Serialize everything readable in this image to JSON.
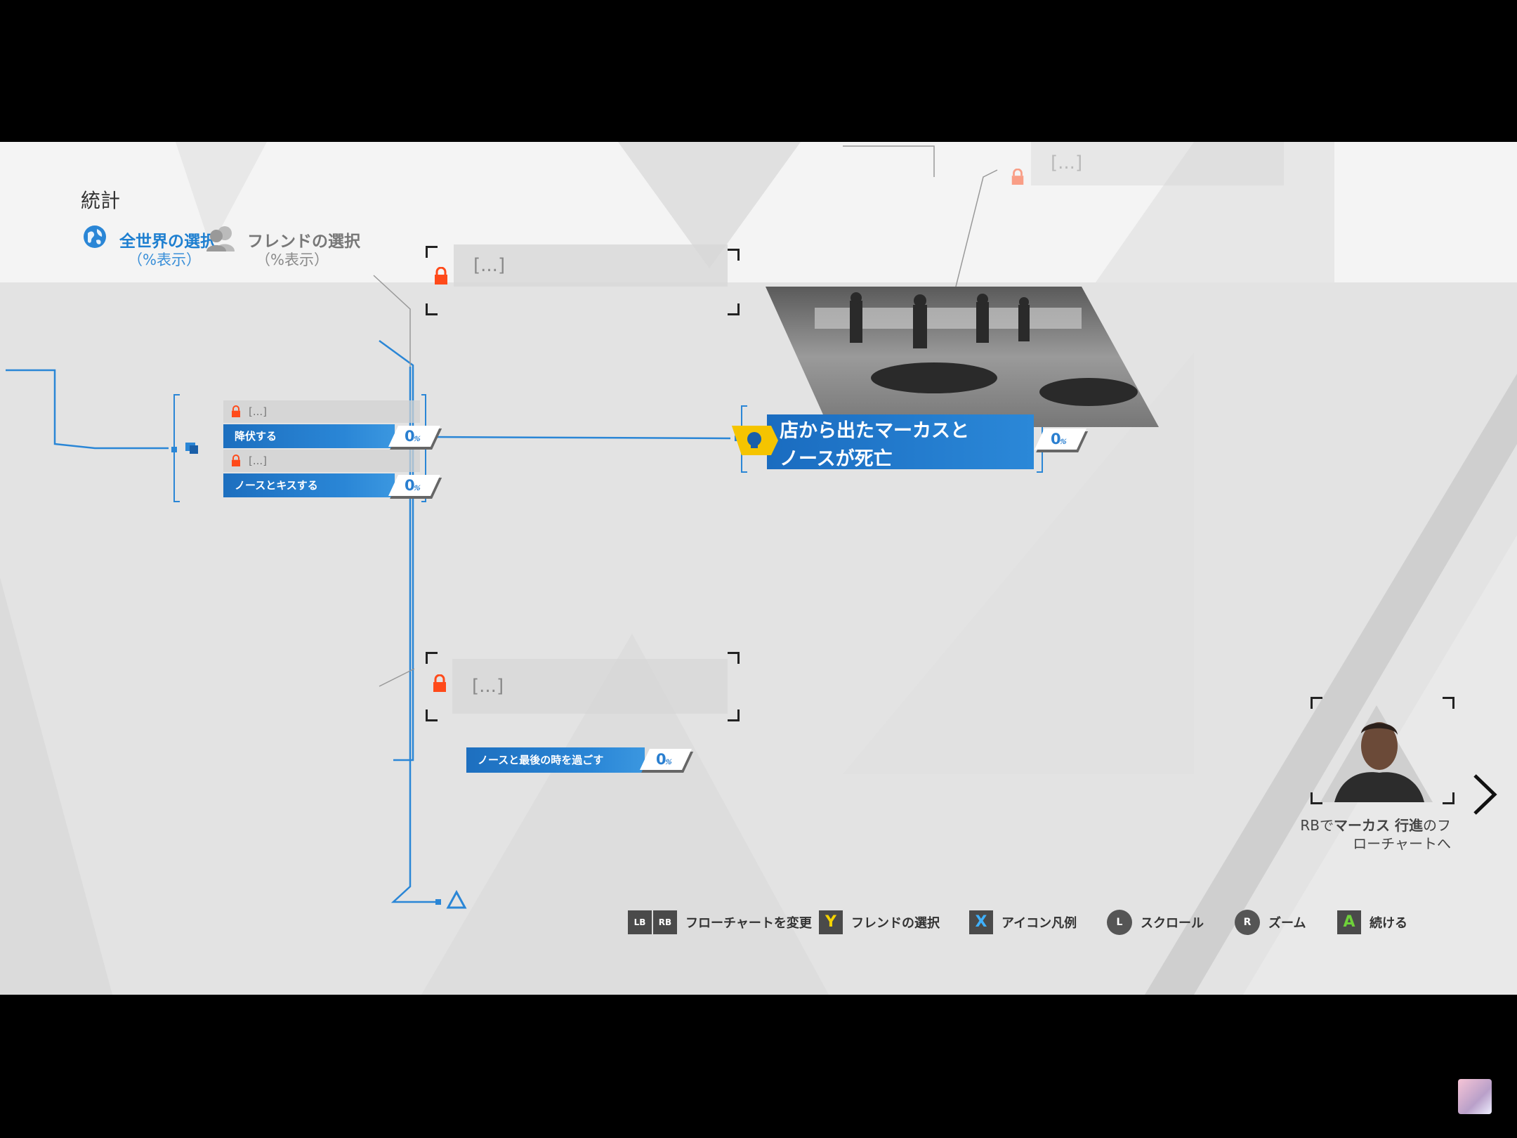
{
  "header": {
    "title": "統計",
    "world_label": "全世界の選択",
    "world_sub": "（%表示）",
    "friend_label": "フレンドの選択",
    "friend_sub": "（%表示）"
  },
  "flowchart": {
    "choices": [
      {
        "label": "[...]",
        "locked": true
      },
      {
        "label": "降伏する",
        "locked": false,
        "percent": "0",
        "unit": "%"
      },
      {
        "label": "[...]",
        "locked": true
      },
      {
        "label": "ノースとキスする",
        "locked": false,
        "percent": "0",
        "unit": "%"
      }
    ],
    "locked_top_small": "[...]",
    "locked_top_box": "[...]",
    "locked_mid_box": "[...]",
    "final_choice": {
      "label": "ノースと最後の時を過ごす",
      "percent": "0",
      "unit": "%"
    },
    "event": {
      "line1": "店から出たマーカスと",
      "line2": "ノースが死亡",
      "percent": "0",
      "unit": "%"
    }
  },
  "next_chart": {
    "hint_prefix": "RBで",
    "hint_bold": "マーカス 行進",
    "hint_suffix": "のフ",
    "hint_line2": "ローチャートへ"
  },
  "buttons": [
    {
      "keys": [
        "LB",
        "RB"
      ],
      "label": "フローチャートを変更"
    },
    {
      "key": "Y",
      "label": "フレンドの選択"
    },
    {
      "key": "X",
      "label": "アイコン凡例"
    },
    {
      "key": "L",
      "label": "スクロール"
    },
    {
      "key": "R",
      "label": "ズーム"
    },
    {
      "key": "A",
      "label": "続ける"
    }
  ],
  "colors": {
    "accent": "#2a86d6",
    "lock": "#ff4a1a",
    "event_icon": "#f5c400"
  }
}
